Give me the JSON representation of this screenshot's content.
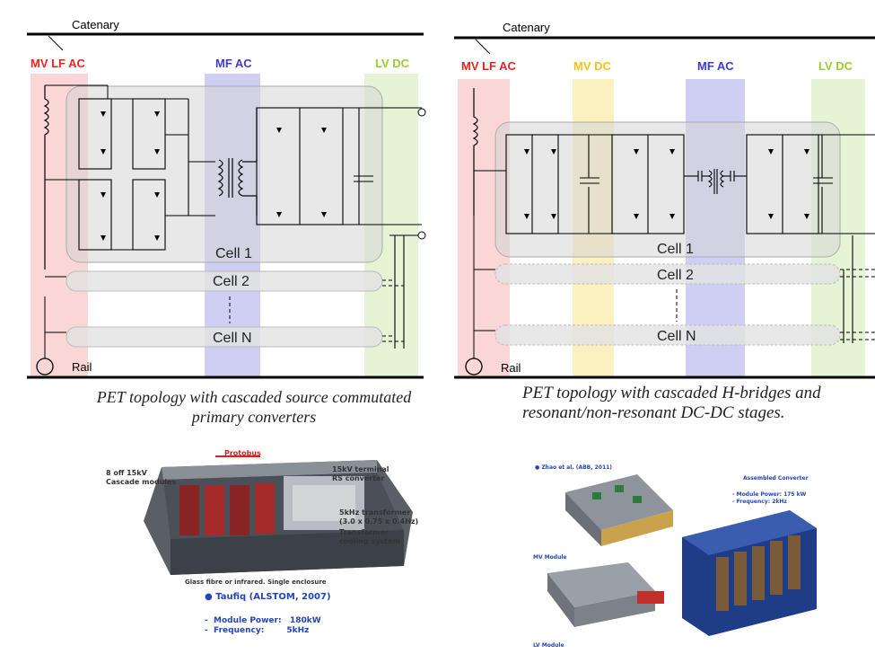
{
  "left_diagram": {
    "catenary": "Catenary",
    "rail": "Rail",
    "bands": [
      {
        "label": "MV LF AC",
        "color": "#e8231f"
      },
      {
        "label": "MF AC",
        "color": "#3d3ad0"
      },
      {
        "label": "LV DC",
        "color": "#9acd32"
      }
    ],
    "cells": [
      "Cell 1",
      "Cell 2",
      "Cell N"
    ],
    "caption": "PET topology with cascaded source commutated primary converters"
  },
  "right_diagram": {
    "catenary": "Catenary",
    "rail": "Rail",
    "bands": [
      {
        "label": "MV LF AC",
        "color": "#e8231f"
      },
      {
        "label": "MV DC",
        "color": "#f0c419"
      },
      {
        "label": "MF AC",
        "color": "#3d3ad0"
      },
      {
        "label": "LV DC",
        "color": "#9acd32"
      }
    ],
    "cells": [
      "Cell 1",
      "Cell 2",
      "Cell N"
    ],
    "caption": "PET topology with cascaded H-bridges and resonant/non-resonant DC-DC stages."
  },
  "left_photo": {
    "labels": {
      "protobus": "Protobus",
      "modules": "8 off 15kV\nCascade modules",
      "terminal": "15kV terminal\nRS converter",
      "transformer": "5kHz transformer\n(3.0 x 0.75 x 0.4Hz)",
      "cooling": "Transformer\ncooling system",
      "bottom": "Glass fibre or infrared. Single enclosure"
    },
    "author": "Taufiq (ALSTOM, 2007)",
    "specs": [
      {
        "label": "Module Power:",
        "value": "180kW"
      },
      {
        "label": "Frequency:",
        "value": "5kHz"
      }
    ]
  },
  "right_photo": {
    "author": "Zhao et al. (ABB, 2011)",
    "assembled": "Assembled Converter",
    "specs": [
      {
        "label": "Module Power:",
        "value": "175 kW"
      },
      {
        "label": "Frequency:",
        "value": "2kHz"
      }
    ],
    "mv_module": "MV Module",
    "lv_module": "LV Module"
  }
}
